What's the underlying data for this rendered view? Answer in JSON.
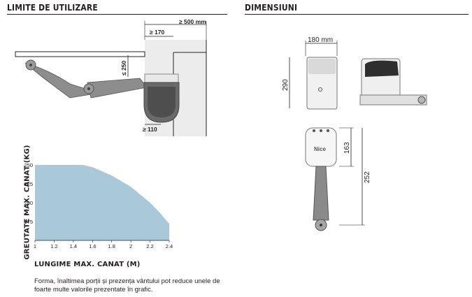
{
  "sections": {
    "left_title": "LIMITE DE UTILIZARE",
    "right_title": "DIMENSIUNI"
  },
  "limits_diagram": {
    "dim_top": "≥ 500 mm",
    "dim_inner": "≥ 170",
    "dim_height": "≤ 250",
    "dim_bottom": "≥ 110"
  },
  "dimensions_diagram": {
    "width_label": "180 mm",
    "height_label": "290",
    "inner_height_label": "163",
    "total_height_label": "252",
    "brand_label": "Nice"
  },
  "chart_data": {
    "type": "area",
    "ylabel": "GREUTATE MAX. CANAT (KG)",
    "xlabel": "LUNGIME MAX. CANAT (M)",
    "x_ticks": [
      "1",
      "1.2",
      "1.4",
      "1.6",
      "1.8",
      "2",
      "2.2",
      "2.4"
    ],
    "y_ticks": [
      "250",
      "225",
      "200",
      "175"
    ],
    "xlim": [
      1,
      2.4
    ],
    "ylim": [
      150,
      250
    ],
    "fill_color": "#a9c9d8",
    "grid": false,
    "series": [
      {
        "x": [
          1,
          1.5,
          1.6,
          1.8,
          2.0,
          2.2,
          2.3,
          2.4
        ],
        "y": [
          250,
          250,
          247,
          236,
          221,
          200,
          187,
          172
        ]
      }
    ]
  },
  "note": "Forma, înaltimea porții și prezența vântului pot reduce unele de foarte multe valorile prezentate în grafic."
}
